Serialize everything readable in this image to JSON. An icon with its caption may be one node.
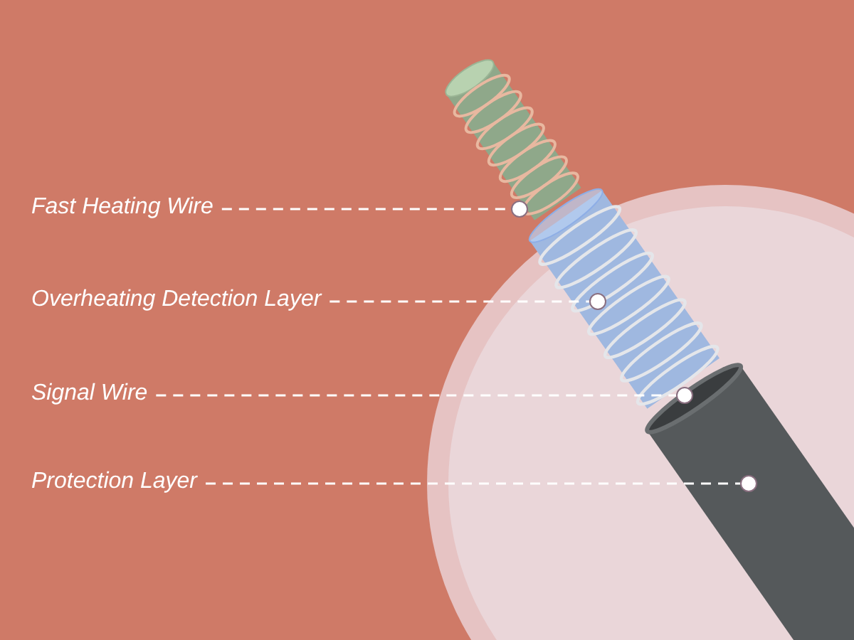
{
  "diagram": {
    "nodes": [
      {
        "text": [
          "Fast Heating Wire"
        ]
      },
      {
        "text": [
          "Overheating Detection Layer"
        ]
      },
      {
        "text": [
          "Signal Wire"
        ]
      },
      {
        "text": [
          "Protection Layer"
        ]
      },
      {
        "text": [],
        "shape": "picture"
      },
      {
        "text": [],
        "shape": "picture"
      },
      {
        "text": [],
        "shape": "picture",
        "in": 5
      },
      {
        "text": [],
        "shape": "picture"
      }
    ],
    "edges": [
      {
        "from": 0,
        "to": 4,
        "arrow": "other",
        "style": "dashed"
      },
      {
        "from": 1,
        "to": 5,
        "arrow": "other",
        "style": "dashed"
      },
      {
        "from": 2,
        "to": 6,
        "arrow": "other",
        "style": "dashed"
      },
      {
        "from": 3,
        "to": 7,
        "arrow": "other",
        "style": "dashed"
      }
    ]
  }
}
